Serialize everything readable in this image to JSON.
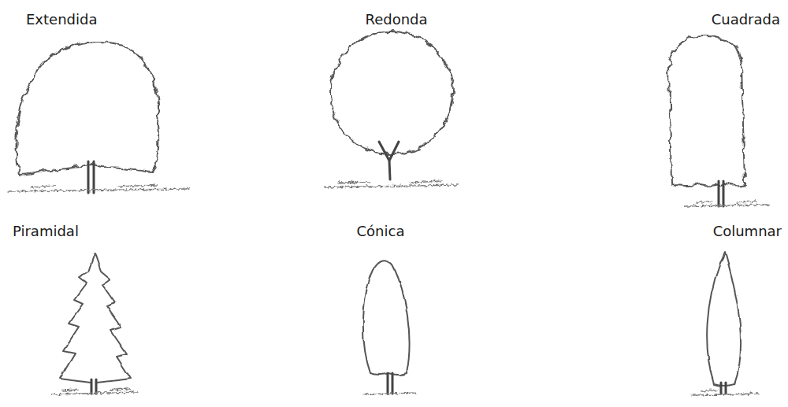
{
  "diagram": {
    "labels": [
      "Extendida",
      "Redonda",
      "Cuadrada",
      "Piramidal",
      "Cónica",
      "Columnar"
    ]
  }
}
